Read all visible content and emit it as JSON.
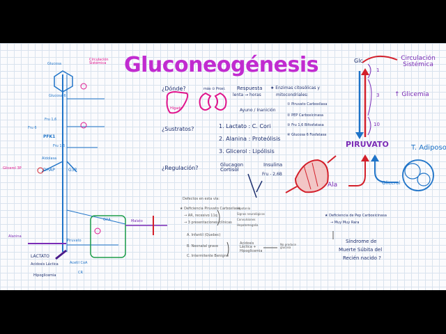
{
  "title": "Gluconeogénesis",
  "left_pathway": {
    "labels": {
      "glucosa": "Glucosa",
      "circulacion": "Circulación Sistémica",
      "glucosa6p": "Glucosa 6",
      "fru16": "Fru 1,6",
      "fru6": "Fru 6",
      "pfk1": "PFK1",
      "fru16b": "Fru 1,6",
      "aldolasa": "Aldolasa",
      "dhap": "DHAP",
      "g3p": "G3P",
      "glicerol3p": "Glicerol 3P",
      "piruvato": "Piruvato",
      "lactato": "LACTATO",
      "acidosis": "Acidosis Láctica",
      "hipoglicemia": "Hipoglicemia",
      "oaa": "OAA",
      "acetil_coa": "Acetil CoA",
      "malato": "Malato",
      "alanina": "Alanina",
      "cr": "CR"
    }
  },
  "donde": {
    "question": "¿Dónde?",
    "organ1": "Hígado",
    "organ2_note": "más ⊙ Proxi.",
    "respuesta_title": "Respuesta",
    "respuesta_1": "lenta → horas",
    "respuesta_2": "Ayuno / Inanición"
  },
  "sustratos": {
    "question": "¿Sustratos?",
    "items": [
      "1. Lactato : C. Cori",
      "2. Alanina : Proteólisis",
      "3. Glicerol : Lipólisis"
    ]
  },
  "regulacion": {
    "question": "¿Regulación?",
    "glucagon": "Glucagon Cortisol",
    "insulina": "Insulina",
    "fru26": "Fru - 2,6B"
  },
  "enzimas": {
    "title_1": "★ Enzimas citosólicas y",
    "title_2": "mitocondriales:",
    "items": [
      "① Piruvato Carboxilasa",
      "② PEP Carboxicinasa",
      "③ Fru 1,6 Bifosfatasa",
      "④ Glucosa 6 Fosfatasa"
    ]
  },
  "right_cycle": {
    "glc": "Glc",
    "piruvato": "PIRUVATO",
    "ala": "Ala",
    "glicerol": "Glicerol",
    "circulacion": "Circulación Sistémica",
    "glicemia": "↑ Glicemia",
    "t_adiposo": "T. Adiposo",
    "num_1": "1",
    "num_3": "3",
    "num_10": "10"
  },
  "defectos": {
    "title": "Defectos en esta vía:",
    "items": [
      "★ Deficiencia Piruvato Carboxilasa",
      "→ AR, recesivo 11q",
      "→ 3 presentaciones clínicas",
      "A. Infantil (Quebec)",
      "B. Neonatal grave",
      "C. Intermitente Benigno"
    ],
    "signs": [
      "Hipotonía",
      "Signos neurológicos",
      "Convulsiones",
      "Hepatomegalia"
    ],
    "acidosis": "Acidosis Láctica + Hipoglicemia",
    "note": "No produce glucosa"
  },
  "pepck": {
    "title": "★ Deficiencia de Pep Carboxicinasa",
    "sub": "→ Muy Muy Rara",
    "result_1": "Síndrome de",
    "result_2": "Muerte Súbita del",
    "result_3": "Recién nacido ?"
  }
}
